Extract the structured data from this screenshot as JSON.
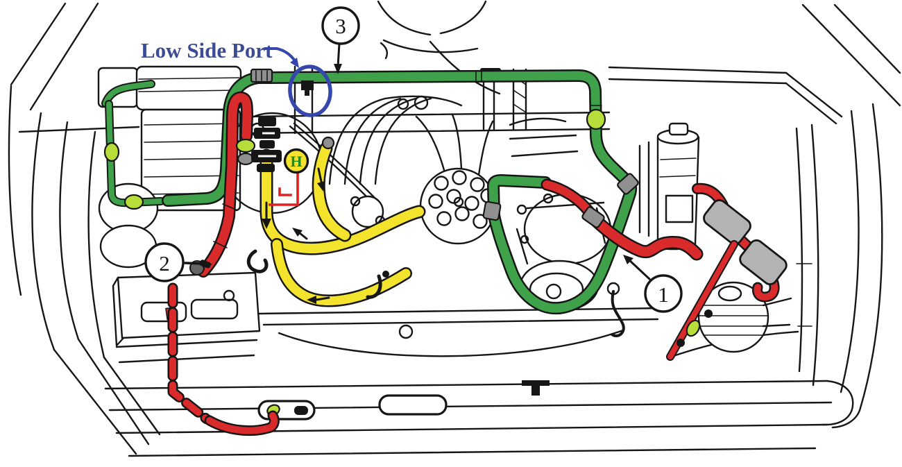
{
  "diagram": {
    "type": "engine-bay-ac-hose-routing-diagram",
    "labels": {
      "low_side_port": "Low Side Port",
      "h_marker": "H",
      "callout_1": "1",
      "callout_2": "2",
      "callout_3": "3"
    },
    "colors": {
      "background": "#ffffff",
      "line_art": "#161616",
      "hose_green": "#3fa24b",
      "hose_red": "#d92b2b",
      "hose_yellow": "#f3e32c",
      "fitting_bright_green": "#b7dd3a",
      "fitting_gray": "#909090",
      "cylinder_gray": "#b3b3b3",
      "annotation_blue": "#3647ac",
      "annotation_text_blue": "#3c4b96",
      "annotation_red": "#dd2222",
      "h_letter_green": "#1f8a1f"
    }
  }
}
